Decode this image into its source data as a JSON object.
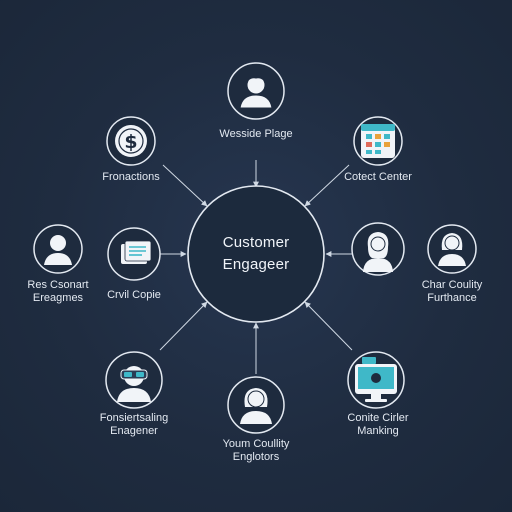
{
  "center": {
    "line1": "Customer",
    "line2": "Engageer"
  },
  "nodes": {
    "top": {
      "label": "Wesside Plage",
      "icon": "person-icon"
    },
    "top_left": {
      "label": "Fronactions",
      "icon": "dollar-coin-icon"
    },
    "top_right": {
      "label": "Cotect Center",
      "icon": "calendar-grid-icon"
    },
    "left_outer": {
      "line1": "Res Csonart",
      "line2": "Ereagmes",
      "icon": "person-icon"
    },
    "left_inner": {
      "label": "Crvil Copie",
      "icon": "document-icon"
    },
    "right_inner": {
      "icon": "woman-headset-icon"
    },
    "right_outer": {
      "line1": "Char Coulity",
      "line2": "Furthance",
      "icon": "woman-icon"
    },
    "bottom_left": {
      "line1": "Fonsiertsaling",
      "line2": "Enagener",
      "icon": "vr-headset-person-icon"
    },
    "bottom": {
      "line1": "Youm Coullity",
      "line2": "Englotors",
      "icon": "woman-icon"
    },
    "bottom_right": {
      "line1": "Conite Cirler",
      "line2": "Manking",
      "icon": "monitor-icon"
    }
  },
  "colors": {
    "background": "#1f2c40",
    "stroke": "#dfe6ef",
    "accent_teal": "#3fb8c8",
    "text": "#e3e9f1"
  }
}
